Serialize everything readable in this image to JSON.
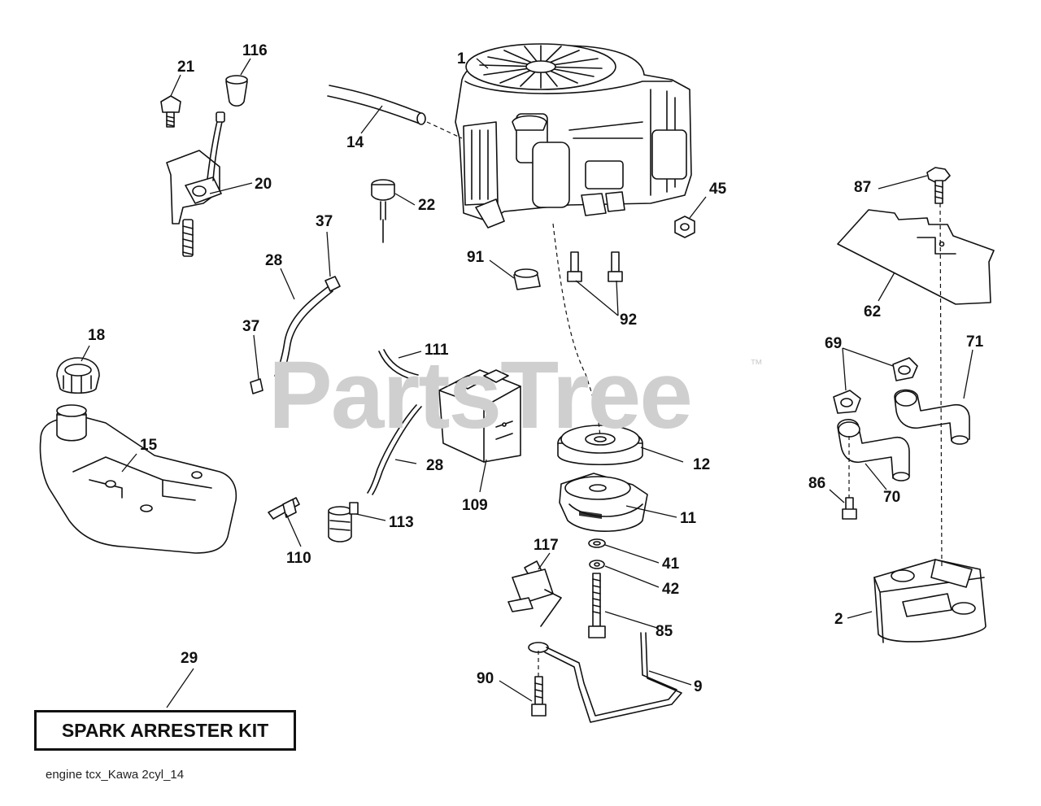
{
  "watermark": {
    "brand": "PartsTree",
    "trademark": "™",
    "color": "#cfcfcf"
  },
  "kit": {
    "label": "SPARK ARRESTER KIT"
  },
  "footer": {
    "caption": "engine tcx_Kawa 2cyl_14"
  },
  "callouts": [
    {
      "id": "1",
      "label": "1"
    },
    {
      "id": "2",
      "label": "2"
    },
    {
      "id": "9",
      "label": "9"
    },
    {
      "id": "11",
      "label": "11"
    },
    {
      "id": "12",
      "label": "12"
    },
    {
      "id": "14",
      "label": "14"
    },
    {
      "id": "15",
      "label": "15"
    },
    {
      "id": "18",
      "label": "18"
    },
    {
      "id": "20",
      "label": "20"
    },
    {
      "id": "21",
      "label": "21"
    },
    {
      "id": "22",
      "label": "22"
    },
    {
      "id": "28a",
      "label": "28"
    },
    {
      "id": "28b",
      "label": "28"
    },
    {
      "id": "29",
      "label": "29"
    },
    {
      "id": "37a",
      "label": "37"
    },
    {
      "id": "37b",
      "label": "37"
    },
    {
      "id": "41",
      "label": "41"
    },
    {
      "id": "42",
      "label": "42"
    },
    {
      "id": "45",
      "label": "45"
    },
    {
      "id": "62",
      "label": "62"
    },
    {
      "id": "69",
      "label": "69"
    },
    {
      "id": "70",
      "label": "70"
    },
    {
      "id": "71",
      "label": "71"
    },
    {
      "id": "85",
      "label": "85"
    },
    {
      "id": "86",
      "label": "86"
    },
    {
      "id": "87",
      "label": "87"
    },
    {
      "id": "90",
      "label": "90"
    },
    {
      "id": "91",
      "label": "91"
    },
    {
      "id": "92",
      "label": "92"
    },
    {
      "id": "109",
      "label": "109"
    },
    {
      "id": "110",
      "label": "110"
    },
    {
      "id": "111",
      "label": "111"
    },
    {
      "id": "113",
      "label": "113"
    },
    {
      "id": "116",
      "label": "116"
    },
    {
      "id": "117",
      "label": "117"
    }
  ]
}
